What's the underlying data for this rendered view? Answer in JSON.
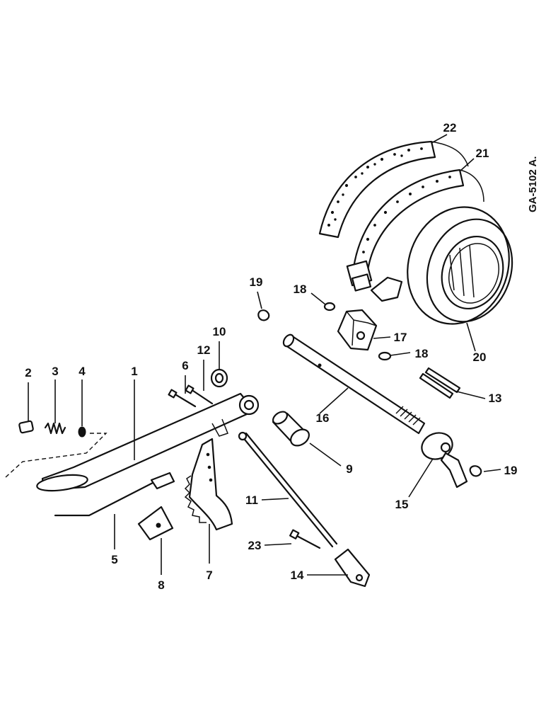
{
  "figure_ref": "GA-5102 A.",
  "labels": [
    {
      "id": "1",
      "text": "1"
    },
    {
      "id": "2",
      "text": "2"
    },
    {
      "id": "3",
      "text": "3"
    },
    {
      "id": "4",
      "text": "4"
    },
    {
      "id": "5",
      "text": "5"
    },
    {
      "id": "6",
      "text": "6"
    },
    {
      "id": "7",
      "text": "7"
    },
    {
      "id": "8",
      "text": "8"
    },
    {
      "id": "9",
      "text": "9"
    },
    {
      "id": "10",
      "text": "10"
    },
    {
      "id": "11",
      "text": "11"
    },
    {
      "id": "12",
      "text": "12"
    },
    {
      "id": "13",
      "text": "13"
    },
    {
      "id": "14",
      "text": "14"
    },
    {
      "id": "15",
      "text": "15"
    },
    {
      "id": "16",
      "text": "16"
    },
    {
      "id": "17",
      "text": "17"
    },
    {
      "id": "18a",
      "text": "18"
    },
    {
      "id": "18b",
      "text": "18"
    },
    {
      "id": "19a",
      "text": "19"
    },
    {
      "id": "19b",
      "text": "19"
    },
    {
      "id": "20",
      "text": "20"
    },
    {
      "id": "21",
      "text": "21"
    },
    {
      "id": "22",
      "text": "22"
    },
    {
      "id": "23",
      "text": "23"
    }
  ]
}
